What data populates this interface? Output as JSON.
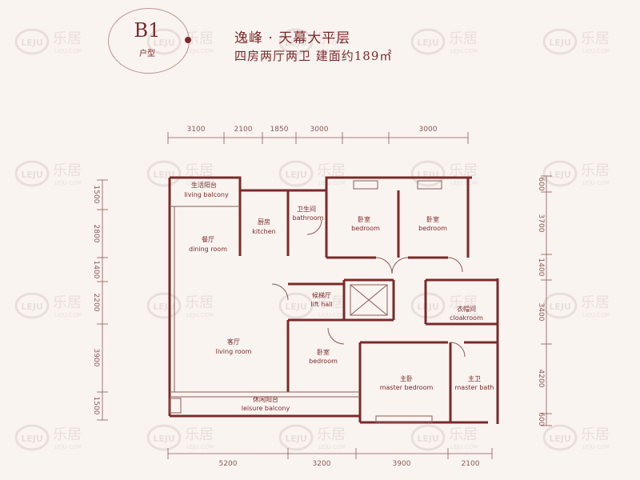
{
  "header": {
    "unit_code": "B1",
    "unit_type_label": "户型",
    "project_title": "逸峰 · 天幕大平层",
    "layout_summary": "四房两厅两卫  建面约189㎡"
  },
  "watermark": {
    "logo": "LEJU",
    "text_cn": "乐居",
    "text_en": "LEJU.COM"
  },
  "dimensions": {
    "top": [
      "3100",
      "2100",
      "1850",
      "3000",
      "3000"
    ],
    "bottom": [
      "5200",
      "3200",
      "3900",
      "2100"
    ],
    "left": [
      "1500",
      "2800",
      "1400",
      "2200",
      "3900",
      "1500"
    ],
    "right": [
      "600",
      "3700",
      "1400",
      "3400",
      "4200",
      "600"
    ]
  },
  "rooms": {
    "living_balcony": {
      "cn": "生活阳台",
      "en": "living balcony"
    },
    "kitchen": {
      "cn": "厨房",
      "en": "kitchen"
    },
    "bathroom": {
      "cn": "卫生间",
      "en": "bathroom"
    },
    "bedroom1": {
      "cn": "卧室",
      "en": "bedroom"
    },
    "bedroom2": {
      "cn": "卧室",
      "en": "bedroom"
    },
    "dining_room": {
      "cn": "餐厅",
      "en": "dining room"
    },
    "lift_hall": {
      "cn": "候梯厅",
      "en": "lift hall"
    },
    "cloakroom": {
      "cn": "衣帽间",
      "en": "cloakroom"
    },
    "living_room": {
      "cn": "客厅",
      "en": "living room"
    },
    "bedroom3": {
      "cn": "卧室",
      "en": "bedroom"
    },
    "master_bedroom": {
      "cn": "主卧",
      "en": "master bedroom"
    },
    "master_bath": {
      "cn": "主卫",
      "en": "master bath"
    },
    "leisure_balcony": {
      "cn": "休闲阳台",
      "en": "leisure balcony"
    }
  },
  "colors": {
    "wall": "#7a2a2a",
    "line": "#8a5a55",
    "background": "#faf4f1"
  }
}
